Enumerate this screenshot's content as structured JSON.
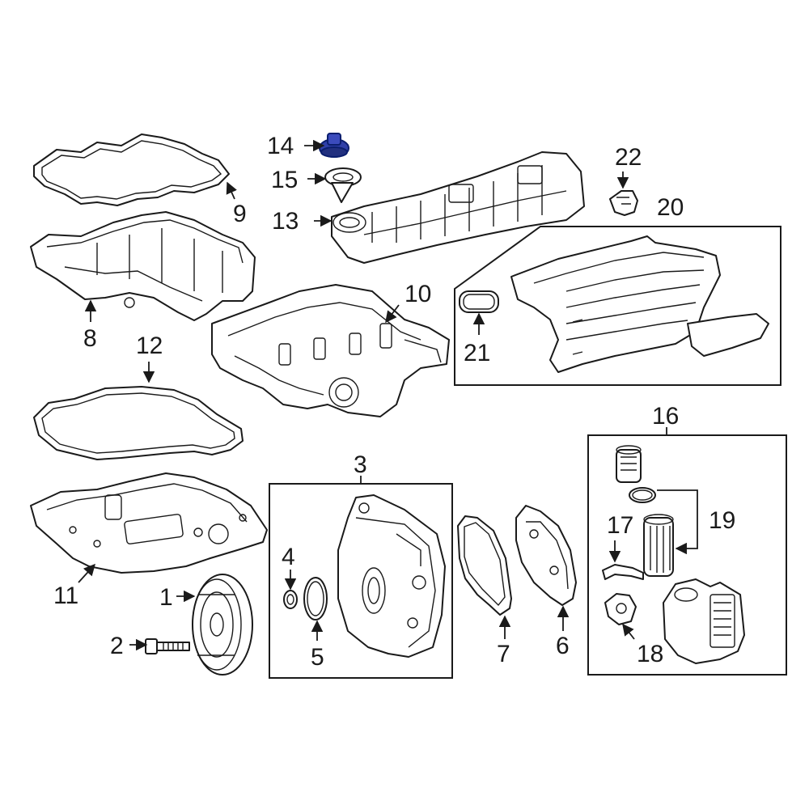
{
  "diagram": {
    "highlight_color": "#2f3fa8",
    "line_color": "#1a1a1a",
    "callouts": {
      "c1": "1",
      "c2": "2",
      "c3": "3",
      "c4": "4",
      "c5": "5",
      "c6": "6",
      "c7": "7",
      "c8": "8",
      "c9": "9",
      "c10": "10",
      "c11": "11",
      "c12": "12",
      "c13": "13",
      "c14": "14",
      "c15": "15",
      "c16": "16",
      "c17": "17",
      "c18": "18",
      "c19": "19",
      "c20": "20",
      "c21": "21",
      "c22": "22"
    },
    "highlighted_part": "14"
  }
}
